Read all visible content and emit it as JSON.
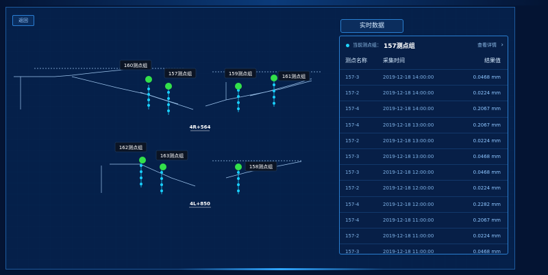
{
  "back_label": "返回",
  "panel_title": "实时数据",
  "panel": {
    "current_label": "当前测点组：",
    "current_value": "157测点组",
    "detail_link": "查看详情"
  },
  "table": {
    "headers": [
      "测点名称",
      "采集时间",
      "结果值"
    ],
    "rows": [
      [
        "157-3",
        "2019-12-18 14:00:00",
        "0.0468 mm"
      ],
      [
        "157-2",
        "2019-12-18 14:00:00",
        "0.0224 mm"
      ],
      [
        "157-4",
        "2019-12-18 14:00:00",
        "0.2067 mm"
      ],
      [
        "157-4",
        "2019-12-18 13:00:00",
        "0.2067 mm"
      ],
      [
        "157-2",
        "2019-12-18 13:00:00",
        "0.0224 mm"
      ],
      [
        "157-3",
        "2019-12-18 13:00:00",
        "0.0468 mm"
      ],
      [
        "157-3",
        "2019-12-18 12:00:00",
        "0.0468 mm"
      ],
      [
        "157-2",
        "2019-12-18 12:00:00",
        "0.0224 mm"
      ],
      [
        "157-4",
        "2019-12-18 12:00:00",
        "0.2282 mm"
      ],
      [
        "157-4",
        "2019-12-18 11:00:00",
        "0.2067 mm"
      ],
      [
        "157-2",
        "2019-12-18 11:00:00",
        "0.0224 mm"
      ],
      [
        "157-3",
        "2019-12-18 11:00:00",
        "0.0468 mm"
      ]
    ]
  },
  "drawing": {
    "groups": [
      "160测点组",
      "157测点组",
      "159测点组",
      "161测点组",
      "162测点组",
      "163测点组",
      "158测点组"
    ],
    "sections": [
      "4R+564",
      "4L+850"
    ]
  },
  "colors": {
    "accent": "#2a7fd1",
    "marker": "#33e04a",
    "sensor": "#19d0ff"
  }
}
